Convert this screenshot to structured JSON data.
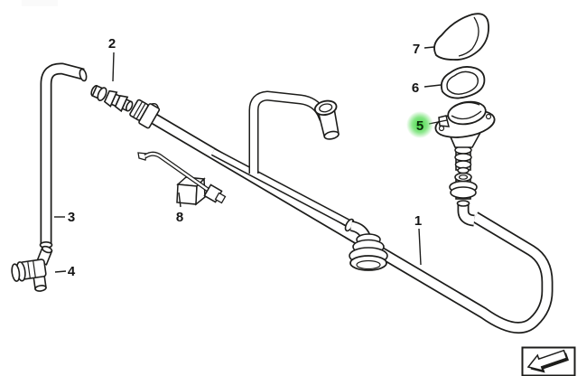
{
  "diagram_type": "exploded-parts-diagram",
  "background_color": "#ffffff",
  "line_color": "#1d1d1b",
  "callouts": [
    {
      "label": "1",
      "highlighted": false
    },
    {
      "label": "2",
      "highlighted": false
    },
    {
      "label": "3",
      "highlighted": false
    },
    {
      "label": "4",
      "highlighted": false
    },
    {
      "label": "5",
      "highlighted": true
    },
    {
      "label": "6",
      "highlighted": false
    },
    {
      "label": "7",
      "highlighted": false
    },
    {
      "label": "8",
      "highlighted": false
    }
  ],
  "highlight": {
    "color": "#3fd43f",
    "applies_to_callout": "5"
  },
  "direction_indicator": {
    "icon": "direction-arrow-icon"
  }
}
